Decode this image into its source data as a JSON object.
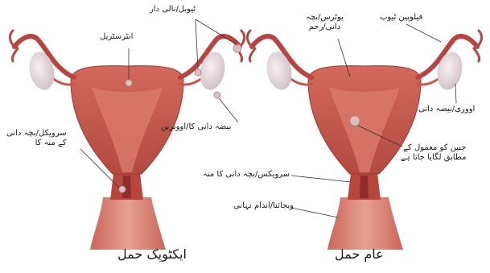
{
  "panels": {
    "ectopic": {
      "caption": "ایکٹوپک حمل",
      "labels": {
        "tubal": "ٹیوبل/نالی دار",
        "interstitial": "انٹرسٹریل",
        "ovary": "بیضہ دانی کا/اوویرین",
        "cervical": "سرویکل/بچہ دانی\nکے منہ کا"
      }
    },
    "normal": {
      "caption": "عام حمل",
      "labels": {
        "fallopian": "فیلوپین ٹیوب",
        "uterus": "یوٹرس/بچہ\nدانی/رحم",
        "ovary": "اووری/بیضہ دانی",
        "embryo": "جنین کو معمول کے\nمطابق لگایا جاتا ہے",
        "cervix": "سرویکس/بچہ دانی کا منہ",
        "vagina": "ویجائنا/اندام نہانی"
      }
    }
  },
  "colors": {
    "tissue": "#c85a4e",
    "tissue_dark": "#a2362f",
    "tissue_light": "#e49684",
    "ovary": "#e8dee0",
    "fimbriae": "#b84440",
    "embryo": "#d9c2c0"
  }
}
